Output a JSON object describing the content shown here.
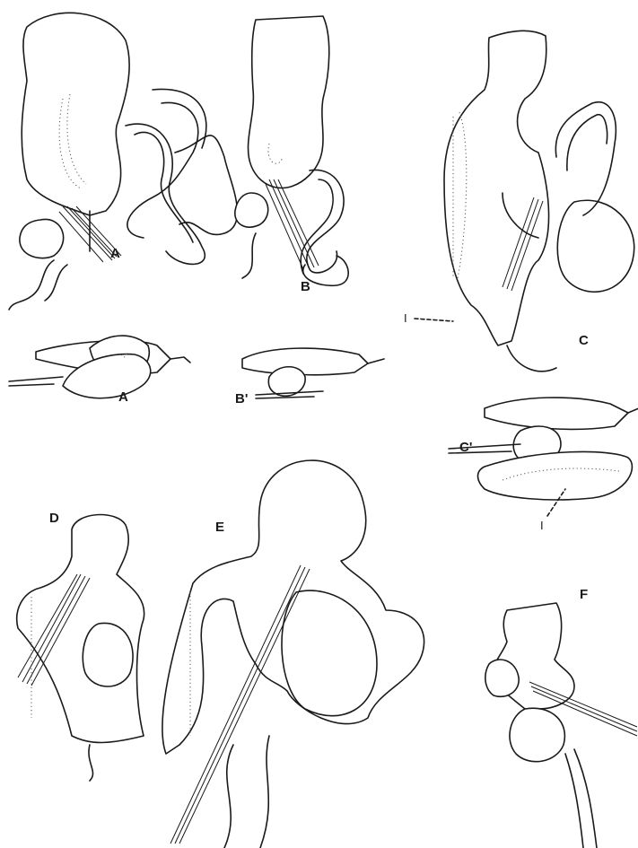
{
  "labels": {
    "a": "A",
    "b": "B",
    "c": "C",
    "a_prime": "A",
    "b_prime": "B'",
    "c_prime": "C'",
    "d": "D",
    "e": "E",
    "f": "F",
    "pointer_c": "I",
    "pointer_c_prime": "I"
  }
}
